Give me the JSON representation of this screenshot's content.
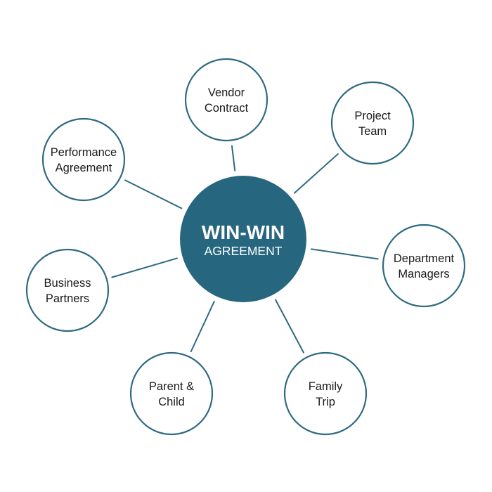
{
  "colors": {
    "hub_fill": "#27667f",
    "node_stroke": "#2e6a82",
    "spoke": "#2e6a82",
    "label_text": "#1a1a1a",
    "hub_text": "#ffffff"
  },
  "hub": {
    "title": "WIN-WIN",
    "subtitle": "AGREEMENT"
  },
  "nodes": [
    {
      "id": "vendor-contract",
      "lines": [
        "Vendor",
        "Contract"
      ]
    },
    {
      "id": "project-team",
      "lines": [
        "Project",
        "Team"
      ]
    },
    {
      "id": "department-managers",
      "lines": [
        "Department",
        "Managers"
      ]
    },
    {
      "id": "family-trip",
      "lines": [
        "Family",
        "Trip"
      ]
    },
    {
      "id": "parent-child",
      "lines": [
        "Parent &",
        "Child"
      ]
    },
    {
      "id": "business-partners",
      "lines": [
        "Business",
        "Partners"
      ]
    },
    {
      "id": "performance-agreement",
      "lines": [
        "Performance",
        "Agreement"
      ]
    }
  ]
}
